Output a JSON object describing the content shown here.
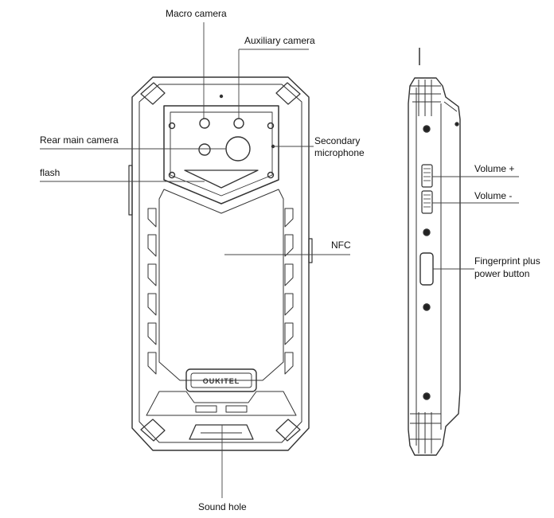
{
  "labels": {
    "macro_camera": "Macro camera",
    "auxiliary_camera": "Auxiliary camera",
    "rear_main_camera": "Rear main camera",
    "flash": "flash",
    "secondary_microphone_line1": "Secondary",
    "secondary_microphone_line2": "microphone",
    "nfc": "NFC",
    "sound_hole": "Sound hole",
    "volume_up": "Volume +",
    "volume_down": "Volume -",
    "fingerprint_line1": "Fingerprint plus",
    "fingerprint_line2": "power button"
  },
  "logo_text": "OUKITEL",
  "colors": {
    "line": "#333333",
    "leader": "#444444",
    "text": "#111111"
  }
}
